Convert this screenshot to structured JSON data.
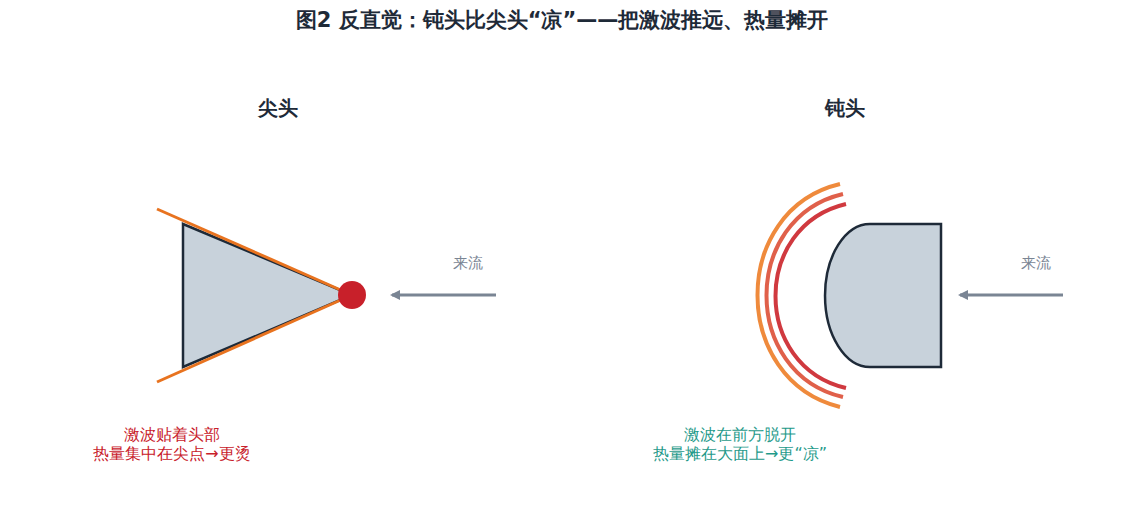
{
  "diagram": {
    "title": "图2 反直觉：钝头比尖头“凉”——把激波推远、热量摊开",
    "labels": [
      "尖头",
      "钝头",
      "来流",
      "来流",
      "激波贴着头部",
      "热量集中在尖点→更烫",
      "激波在前方脱开",
      "热量摊在大面上→更“凉”"
    ]
  }
}
